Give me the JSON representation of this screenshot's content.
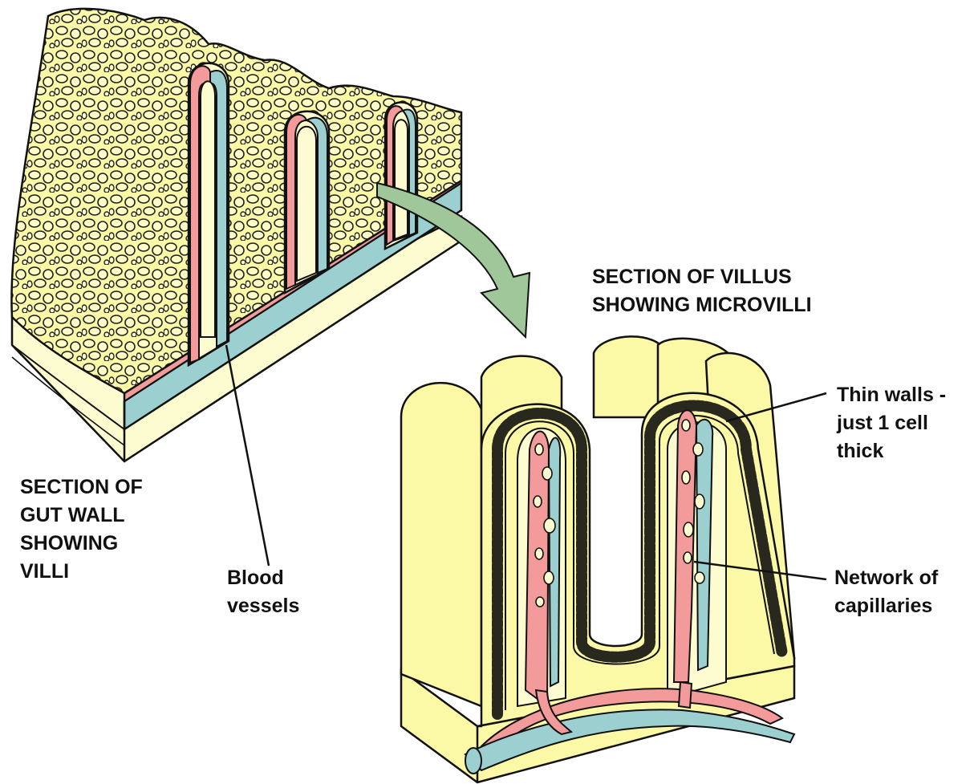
{
  "colors": {
    "tissue_yellow": "#fbf8a6",
    "tissue_cream": "#fcfcd0",
    "artery_pink": "#f39a9a",
    "vein_blue": "#9ccfcf",
    "arrow_green": "#9fc79a",
    "outline": "#111111"
  },
  "labels": {
    "gut_wall": [
      "SECTION OF",
      "GUT WALL",
      "SHOWING",
      "VILLI"
    ],
    "villus": [
      "SECTION OF VILLUS",
      "SHOWING MICROVILLI"
    ],
    "blood_vessels": [
      "Blood",
      "vessels"
    ],
    "thin_walls": [
      "Thin walls -",
      "just 1 cell",
      "thick"
    ],
    "capillaries": [
      "Network of",
      "capillaries"
    ]
  }
}
